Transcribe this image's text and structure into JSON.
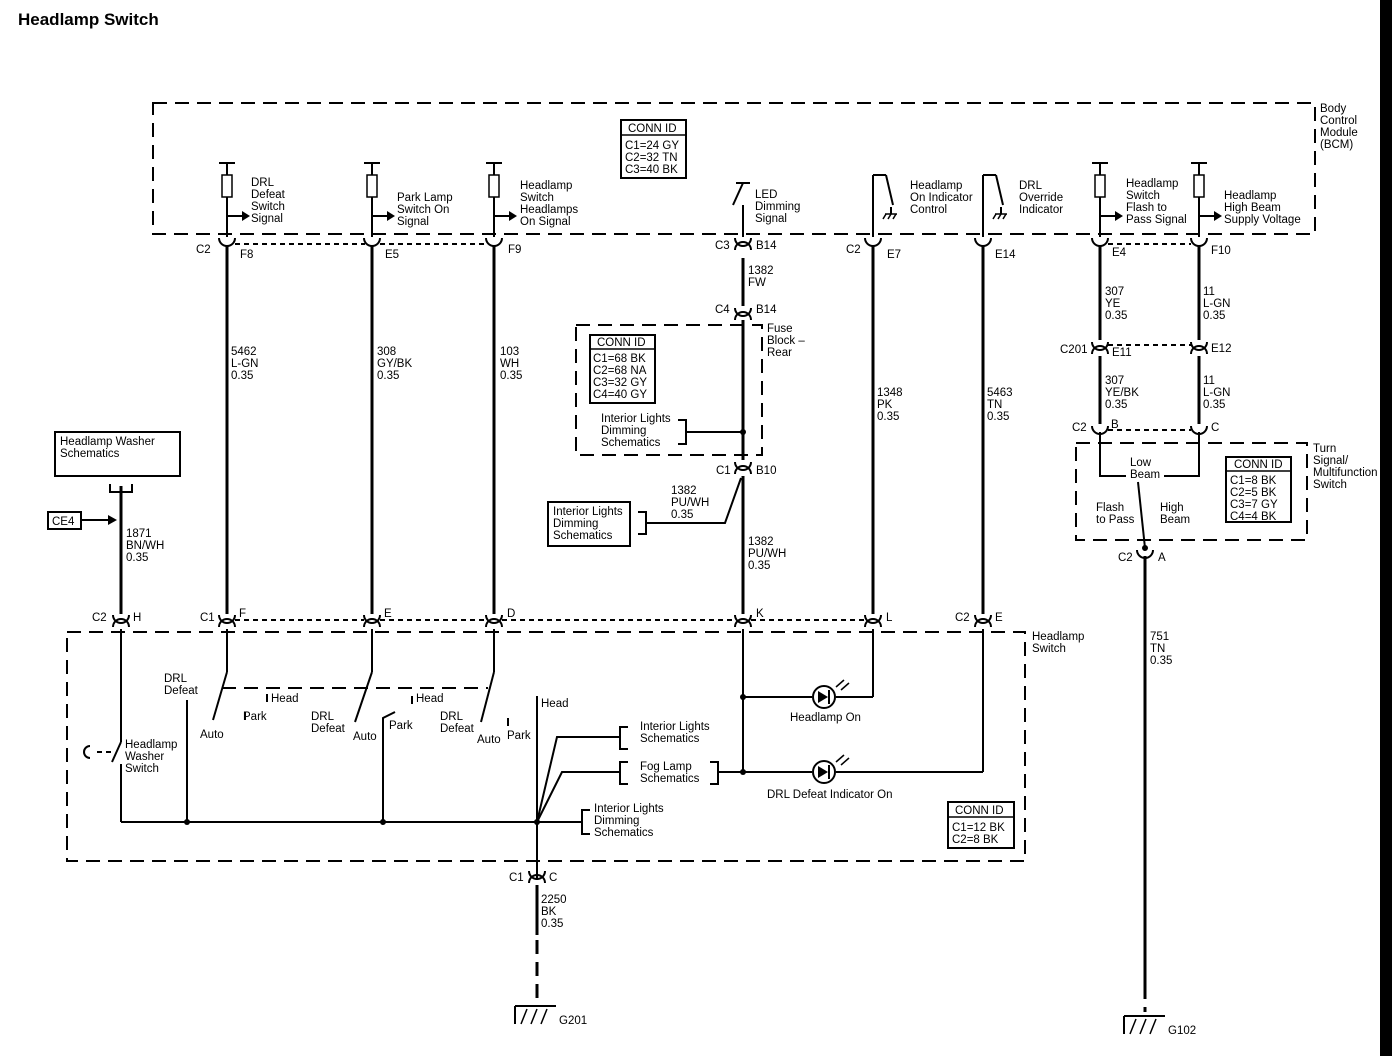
{
  "title": "Headlamp Switch",
  "bcm": {
    "label": [
      "Body",
      "Control",
      "Module",
      "(BCM)"
    ],
    "conn_id": {
      "title": "CONN ID",
      "lines": [
        "C1=24 GY",
        "C2=32 TN",
        "C3=40 BK"
      ]
    },
    "signals": {
      "drl_defeat": [
        "DRL",
        "Defeat",
        "Switch",
        "Signal"
      ],
      "park_lamp": [
        "Park Lamp",
        "Switch On",
        "Signal"
      ],
      "headlamps_on": [
        "Headlamp",
        "Switch",
        "Headlamps",
        "On Signal"
      ],
      "led_dimming": [
        "LED",
        "Dimming",
        "Signal"
      ],
      "headlamp_on_ind": [
        "Headlamp",
        "On Indicator",
        "Control"
      ],
      "drl_override": [
        "DRL",
        "Override",
        "Indicator"
      ],
      "flash_to_pass": [
        "Headlamp",
        "Switch",
        "Flash to",
        "Pass Signal"
      ],
      "high_beam": [
        "Headlamp",
        "High Beam",
        "Supply Voltage"
      ]
    }
  },
  "fuse_block": {
    "label": [
      "Fuse",
      "Block –",
      "Rear"
    ],
    "conn_id": {
      "title": "CONN ID",
      "lines": [
        "C1=68 BK",
        "C2=68 NA",
        "C3=32 GY",
        "C4=40 GY"
      ]
    },
    "ref": [
      "Interior Lights",
      "Dimming",
      "Schematics"
    ]
  },
  "turn_signal": {
    "label": [
      "Turn",
      "Signal/",
      "Multifunction",
      "Switch"
    ],
    "conn_id": {
      "title": "CONN ID",
      "lines": [
        "C1=8 BK",
        "C2=5 BK",
        "C3=7 GY",
        "C4=4 BK"
      ]
    },
    "low_beam": [
      "Low",
      "Beam"
    ],
    "flash_to_pass": [
      "Flash",
      "to Pass"
    ],
    "high_beam": [
      "High",
      "Beam"
    ]
  },
  "headlamp_switch": {
    "label": [
      "Headlamp",
      "Switch"
    ],
    "conn_id": {
      "title": "CONN ID",
      "lines": [
        "C1=12 BK",
        "C2=8 BK"
      ]
    },
    "washer_switch": [
      "Headlamp",
      "Washer",
      "Switch"
    ],
    "drl_defeat": [
      "DRL",
      "Defeat"
    ],
    "auto": "Auto",
    "park": "Park",
    "head": "Head",
    "headlamp_on": "Headlamp On",
    "drl_defeat_ind": "DRL Defeat Indicator On",
    "interior_lights_ref": [
      "Interior Lights",
      "Schematics"
    ],
    "fog_lamp_ref": [
      "Fog Lamp",
      "Schematics"
    ],
    "interior_dimming_ref": [
      "Interior Lights",
      "Dimming",
      "Schematics"
    ]
  },
  "refs": {
    "washer": [
      "Headlamp Washer",
      "Schematics"
    ],
    "interior_dimming": [
      "Interior Lights",
      "Dimming",
      "Schematics"
    ],
    "ce4": "CE4"
  },
  "connectors": {
    "c2": "C2",
    "c3": "C3",
    "c4": "C4",
    "c1": "C1",
    "c201": "C201",
    "f8": "F8",
    "e5": "E5",
    "f9": "F9",
    "b14": "B14",
    "e7": "E7",
    "e14": "E14",
    "e4": "E4",
    "f10": "F10",
    "e11": "E11",
    "e12": "E12",
    "b10": "B10",
    "b": "B",
    "c": "C",
    "a": "A",
    "h": "H",
    "f": "F",
    "e": "E",
    "d": "D",
    "k": "K",
    "l": "L"
  },
  "wires": {
    "w5462": [
      "5462",
      "L-GN",
      "0.35"
    ],
    "w308": [
      "308",
      "GY/BK",
      "0.35"
    ],
    "w103": [
      "103",
      "WH",
      "0.35"
    ],
    "w1382a": [
      "1382",
      "FW"
    ],
    "w1382b": [
      "1382",
      "PU/WH",
      "0.35"
    ],
    "w1382c": [
      "1382",
      "PU/WH",
      "0.35"
    ],
    "w1348": [
      "1348",
      "PK",
      "0.35"
    ],
    "w5463": [
      "5463",
      "TN",
      "0.35"
    ],
    "w307a": [
      "307",
      "YE",
      "0.35"
    ],
    "w307b": [
      "307",
      "YE/BK",
      "0.35"
    ],
    "w11a": [
      "11",
      "L-GN",
      "0.35"
    ],
    "w11b": [
      "11",
      "L-GN",
      "0.35"
    ],
    "w1871": [
      "1871",
      "BN/WH",
      "0.35"
    ],
    "w751": [
      "751",
      "TN",
      "0.35"
    ],
    "w2250": [
      "2250",
      "BK",
      "0.35"
    ]
  },
  "grounds": {
    "g201": "G201",
    "g102": "G102"
  }
}
